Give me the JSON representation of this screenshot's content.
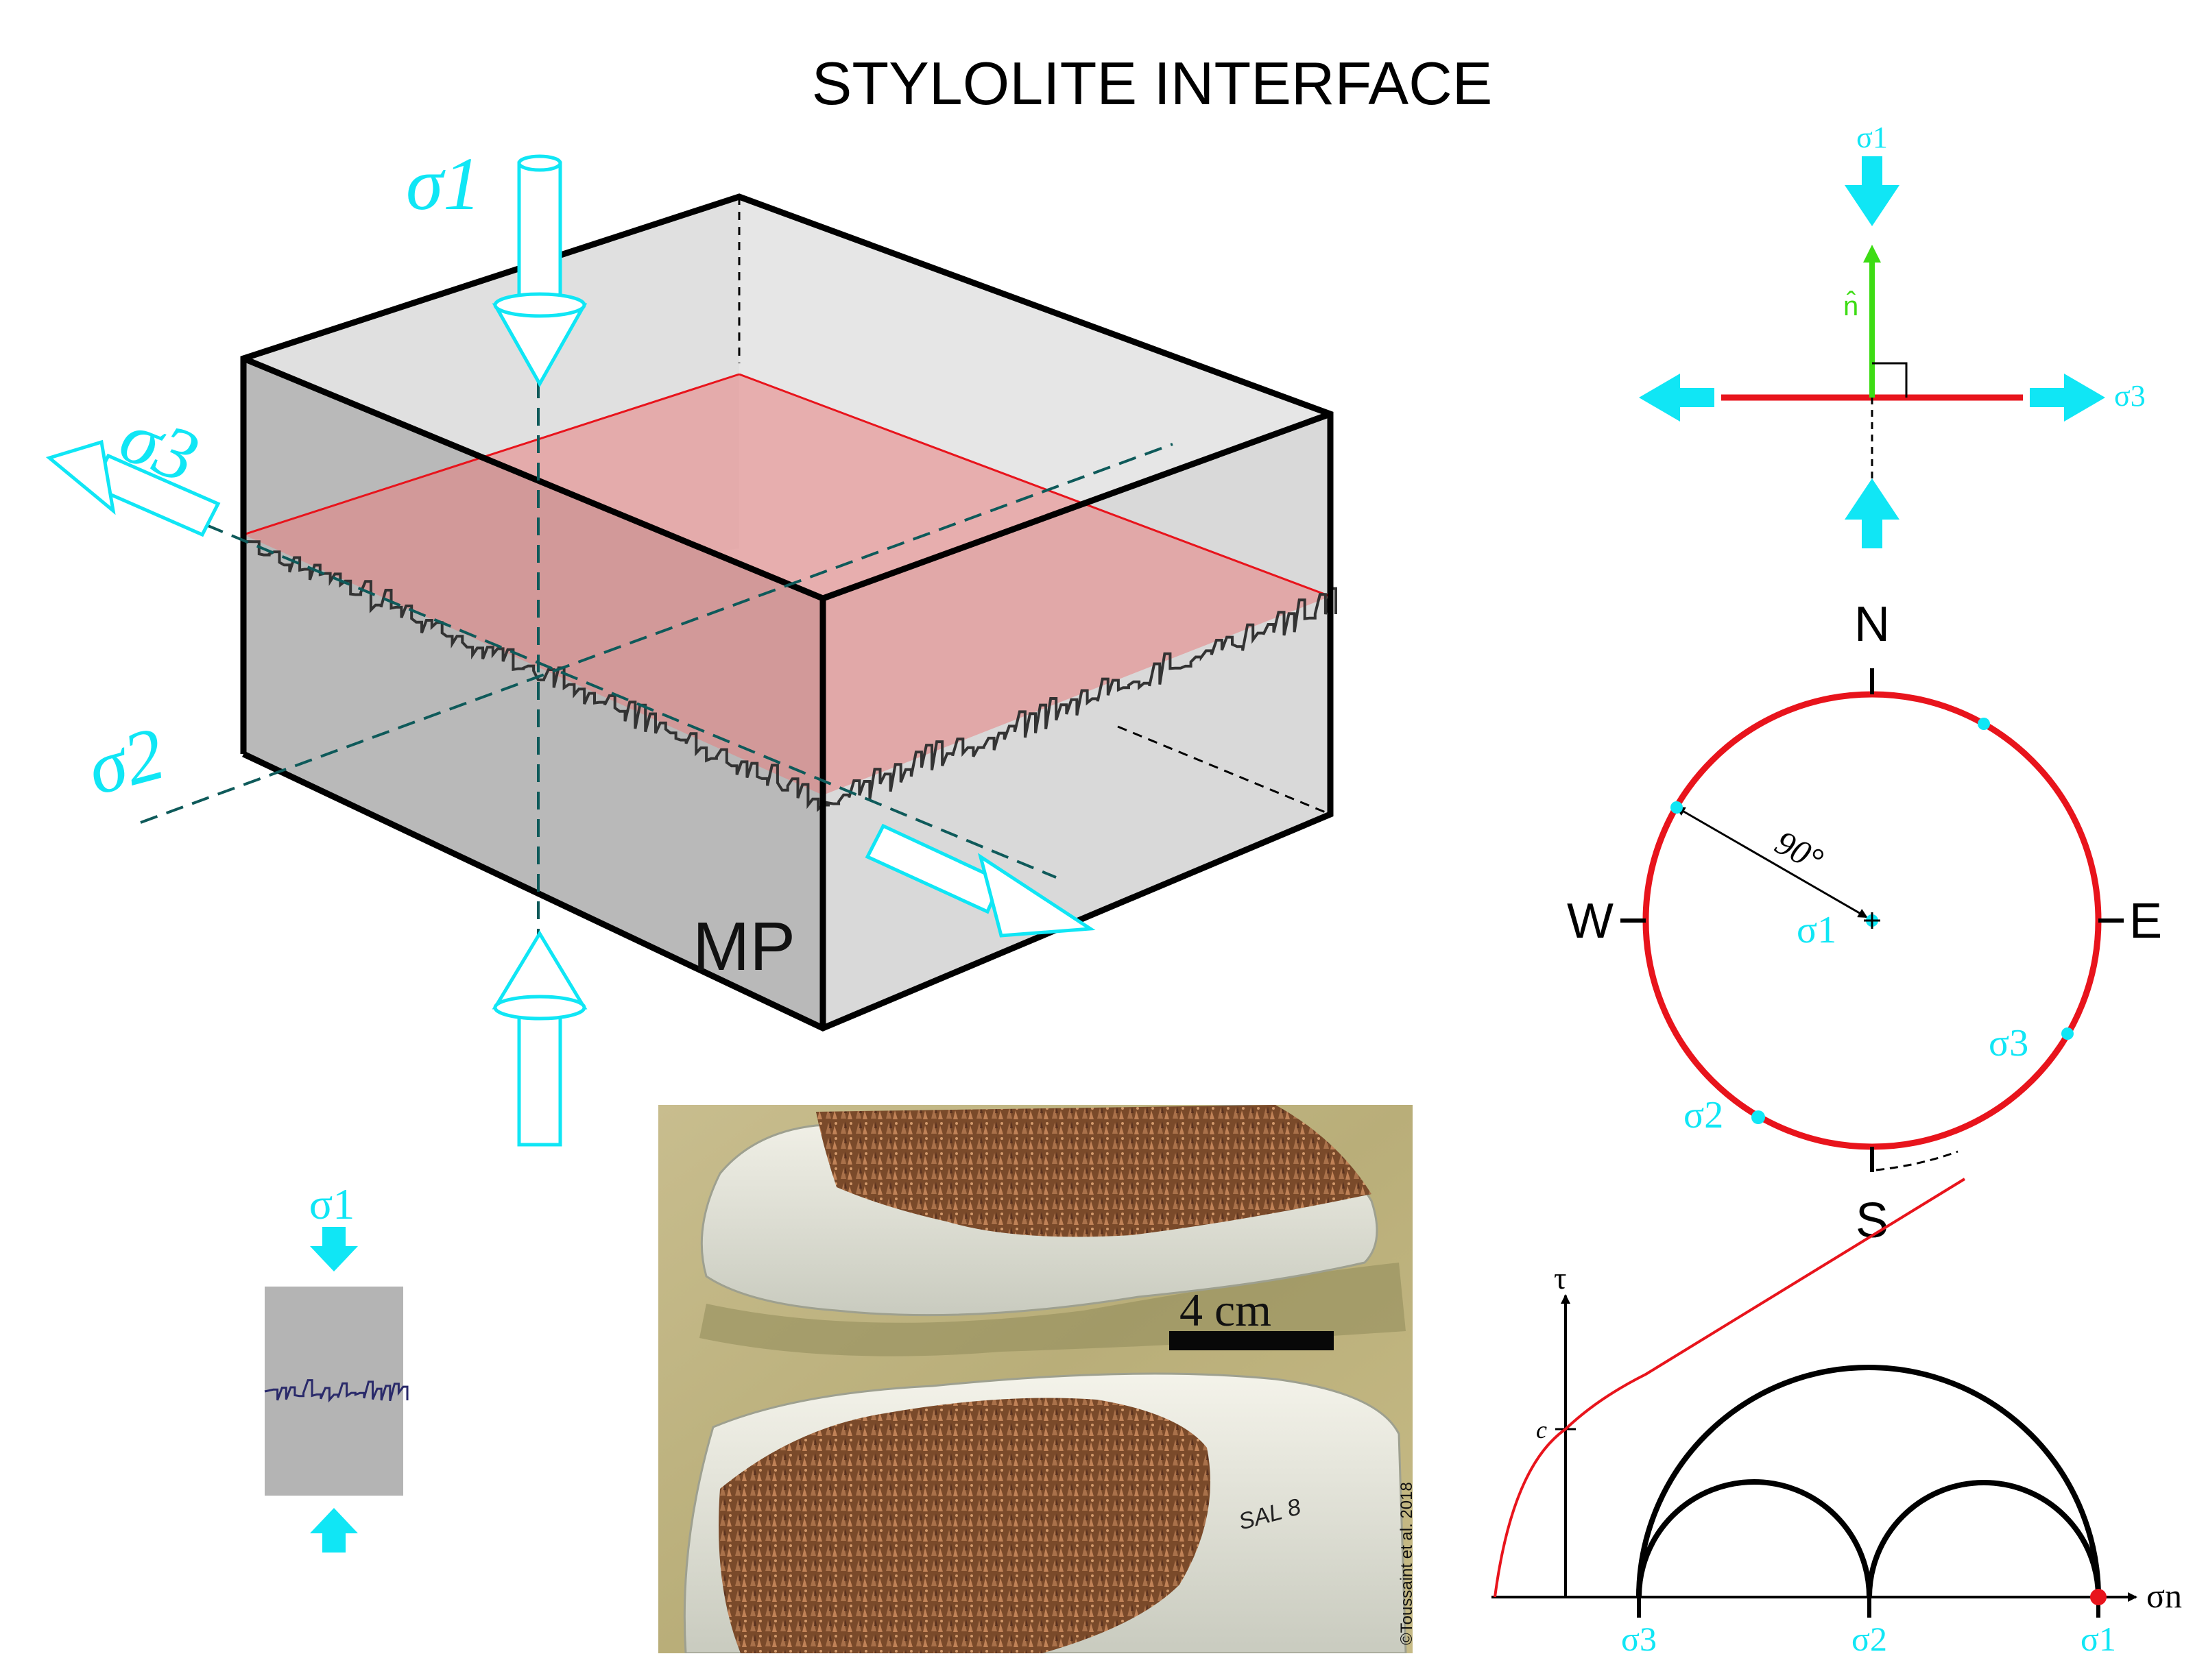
{
  "title": "STYLOLITE INTERFACE",
  "colors": {
    "cyan": "#10e6f5",
    "red": "#e8141c",
    "green": "#3ddc14",
    "teal": "#0e5a5a",
    "box_gray": "#b9b9b9"
  },
  "block": {
    "sigma1_label": "σ1",
    "sigma2_label": "σ2",
    "sigma3_label": "σ3",
    "mp_label": "MP"
  },
  "small_sample": {
    "sigma1_label": "σ1"
  },
  "photo": {
    "scale_label": "4 cm",
    "specimen_label": "SAL 8",
    "credit": "©Toussaint et al. 2018"
  },
  "plane_diagram": {
    "sigma1_label": "σ1",
    "sigma3_label": "σ3",
    "normal_label": "n̂"
  },
  "stereonet": {
    "north": "N",
    "south": "S",
    "east": "E",
    "west": "W",
    "angle_label": "90°",
    "sigma1_label": "σ1",
    "sigma2_label": "σ2",
    "sigma3_label": "σ3"
  },
  "mohr": {
    "tau_label": "τ",
    "c_label": "c",
    "sigma_n_label": "σn",
    "sigma3_label": "σ3",
    "sigma2_label": "σ2",
    "sigma1_label": "σ1"
  }
}
